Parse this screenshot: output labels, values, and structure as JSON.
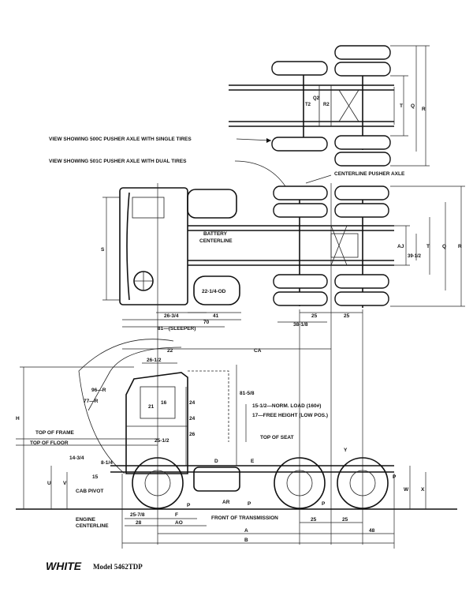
{
  "brand": "WHITE",
  "model": "Model 5462TDP",
  "callouts": {
    "single_tires": "VIEW SHOWING 500C PUSHER AXLE WITH SINGLE TIRES",
    "dual_tires": "VIEW SHOWING 501C PUSHER AXLE WITH DUAL TIRES",
    "centerline_pusher": "CENTERLINE PUSHER AXLE",
    "battery": "BATTERY",
    "centerline": "CENTERLINE",
    "fuel_tank": "22-1/4-OD",
    "top_of_frame": "TOP OF FRAME",
    "top_of_floor": "TOP OF FLOOR",
    "cab_pivot": "CAB PIVOT",
    "engine_centerline_1": "ENGINE",
    "engine_centerline_2": "CENTERLINE",
    "front_of_transmission": "FRONT OF TRANSMISSION",
    "top_of_seat": "TOP OF SEAT",
    "norm_load": "15-1/2—NORM. LOAD (160#)",
    "free_height": "17—FREE HEIGHT (LOW POS.)"
  },
  "top_view_dims": {
    "T1": "T",
    "Q1": "Q",
    "R1": "R",
    "T2": "T2",
    "R2": "R2",
    "Q2": "Q2",
    "S": "S",
    "AJ": "AJ",
    "T3": "T",
    "Q3": "Q",
    "R3": "R",
    "d39": "39-1/2",
    "d26_3_4": "26-3/4",
    "d41": "41",
    "d70": "70",
    "d81_sleeper": "81—(SLEEPER)",
    "d25a": "25",
    "d25b": "25",
    "d38": "38-1/8"
  },
  "side_view_dims": {
    "d22": "22",
    "CA": "CA",
    "d26_1_2": "26-1/2",
    "d81_5_8": "81-5/8",
    "d96R": "96—R",
    "d77R": "77—R",
    "d16": "16",
    "d21": "21",
    "d24a": "24",
    "d24b": "24",
    "d26": "26",
    "d25_1_2": "25-1/2",
    "H": "H",
    "d14_3_4": "14-3/4",
    "d8_1_4": "8-1/4",
    "d15": "15",
    "U": "U",
    "V": "V",
    "D": "D",
    "E": "E",
    "Y": "Y",
    "AR": "AR",
    "P1": "P",
    "P2": "P",
    "P3": "P",
    "P4": "P",
    "W": "W",
    "X": "X",
    "d25_7_8": "25-7/8",
    "F": "F",
    "d28": "28",
    "AO": "AO",
    "d25c": "25",
    "d25d": "25",
    "A": "A",
    "B": "B",
    "d48": "48"
  }
}
